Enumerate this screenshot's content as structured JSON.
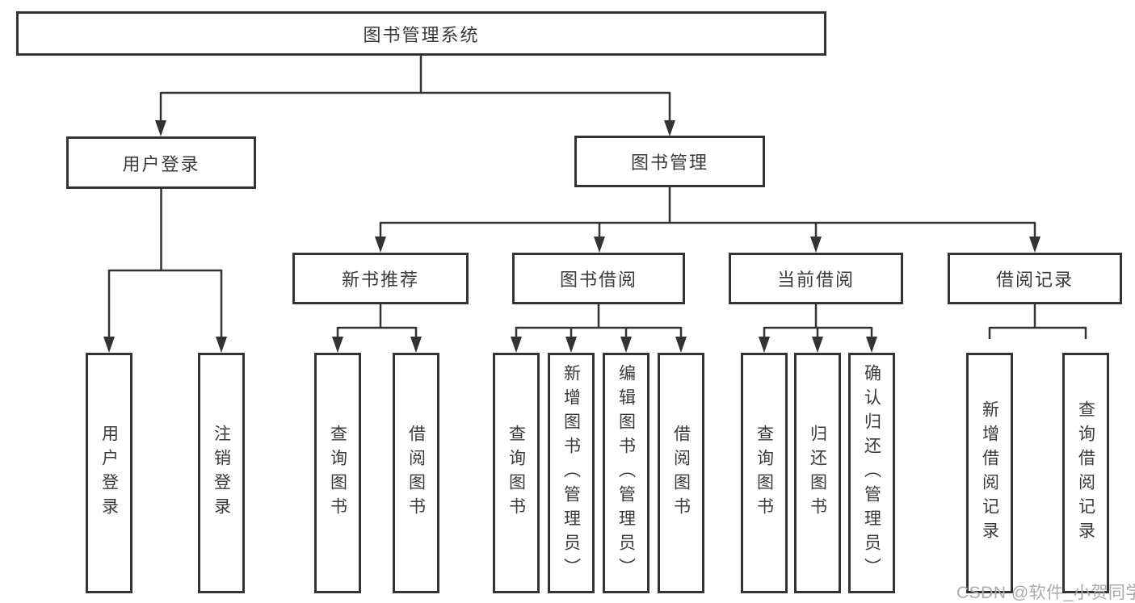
{
  "diagram": {
    "title": "图书管理系统",
    "root": {
      "label": "图书管理系统"
    },
    "level2": [
      {
        "label": "用户登录"
      },
      {
        "label": "图书管理"
      }
    ],
    "level3": [
      {
        "label": "新书推荐"
      },
      {
        "label": "图书借阅"
      },
      {
        "label": "当前借阅"
      },
      {
        "label": "借阅记录"
      }
    ],
    "leaves": [
      {
        "label": "用户登录",
        "parent": "用户登录"
      },
      {
        "label": "注销登录",
        "parent": "用户登录"
      },
      {
        "label": "查询图书",
        "parent": "新书推荐"
      },
      {
        "label": "借阅图书",
        "parent": "新书推荐"
      },
      {
        "label": "查询图书",
        "parent": "图书借阅"
      },
      {
        "label": "新增图书（管理员）",
        "parent": "图书借阅"
      },
      {
        "label": "编辑图书（管理员）",
        "parent": "图书借阅"
      },
      {
        "label": "借阅图书",
        "parent": "图书借阅"
      },
      {
        "label": "查询图书",
        "parent": "当前借阅"
      },
      {
        "label": "归还图书",
        "parent": "当前借阅"
      },
      {
        "label": "确认归还（管理员）",
        "parent": "当前借阅"
      },
      {
        "label": "新增借阅记录",
        "parent": "借阅记录"
      },
      {
        "label": "查询借阅记录",
        "parent": "借阅记录"
      }
    ],
    "watermark": "CSDN @软件_小贺同学",
    "colors": {
      "line": "#333333",
      "box_border": "#333333",
      "text": "#3a3a3a",
      "background": "#ffffff",
      "watermark": "#ababab"
    }
  }
}
